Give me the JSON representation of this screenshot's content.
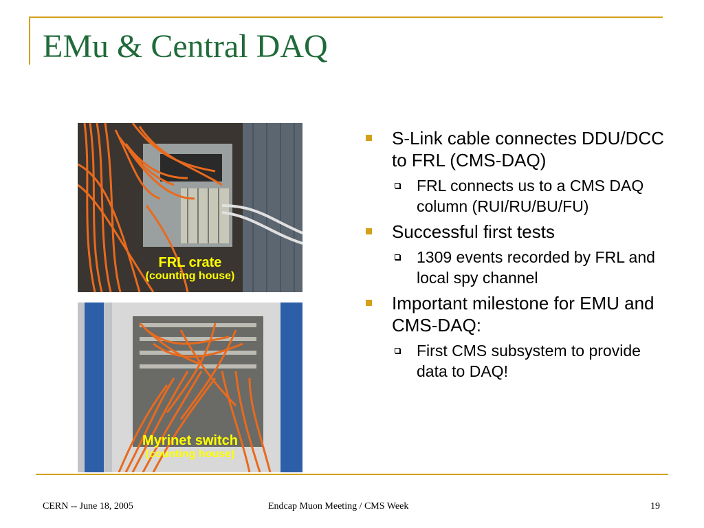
{
  "slide": {
    "title": "EMu & Central DAQ",
    "photos": [
      {
        "caption_main": "FRL crate",
        "caption_sub": "(counting house)"
      },
      {
        "caption_main": "Myrinet switch",
        "caption_sub": "(counting house)"
      }
    ],
    "bullets": [
      {
        "text": "S-Link cable connectes DDU/DCC to FRL (CMS-DAQ)",
        "sub": [
          "FRL connects us to a CMS DAQ column (RUI/RU/BU/FU)"
        ]
      },
      {
        "text": "Successful first tests",
        "sub": [
          "1309 events recorded by FRL and local spy channel"
        ]
      },
      {
        "text": "Important milestone for EMU and CMS-DAQ:",
        "sub": [
          "First CMS subsystem to provide data to DAQ!"
        ]
      }
    ],
    "footer": {
      "left": "CERN -- June 18, 2005",
      "center": "Endcap Muon Meeting / CMS Week",
      "page": "19"
    },
    "colors": {
      "title": "#1f6b3a",
      "accent": "#d4a017",
      "caption": "#ffff00"
    }
  }
}
